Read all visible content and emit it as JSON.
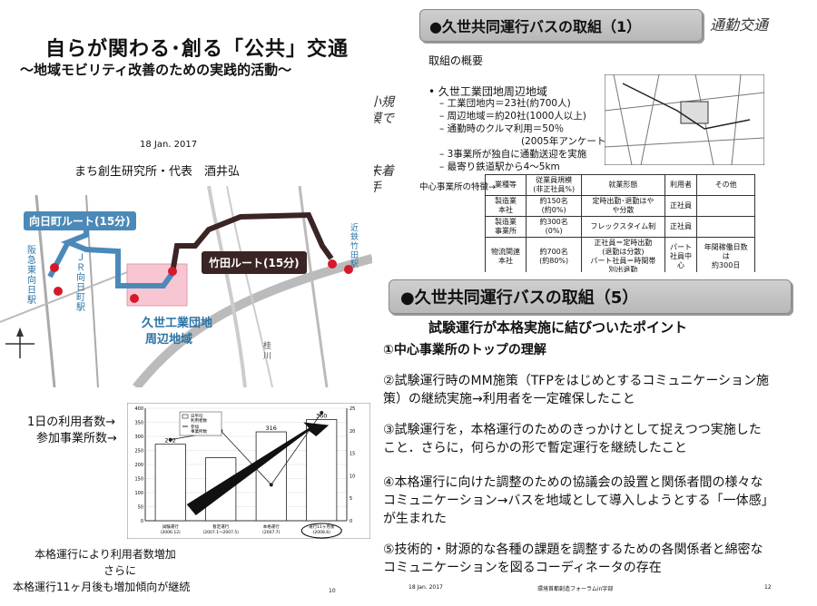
{
  "slide1": {
    "title": "自らが関わる･創る「公共」交通",
    "subtitle": "〜地域モビリティ改善のための実践的活動〜",
    "date": "18 Jan. 2017",
    "author": "まち創生研究所・代表　酒井弘"
  },
  "map": {
    "route_mukomachi": "向日町ルート(15分)",
    "route_takeda": "竹田ルート(15分)",
    "area_label_1": "久世工業団地",
    "area_label_2": "周辺地域",
    "station_hankyu": "阪急東向日駅",
    "station_jr": "ＪＲ向日町駅",
    "station_kintetsu": "近鉄竹田駅",
    "river": "桂川"
  },
  "slide2": {
    "header": "●久世共同運行バスの取組（1）",
    "handwriting_top": "通勤交通",
    "section": "取組の概要",
    "main_bullet": "• 久世工業団地周辺地域",
    "items": [
      "– 工業団地内＝23社(約700人)",
      "– 周辺地域＝約20社(1000人以上)",
      "– 通勤時のクルマ利用＝50％",
      "(2005年アンケート)",
      "– 3事業所が独自に通勤送迎を実施",
      "– 最寄り鉄道駅から4〜5km"
    ],
    "feature_label": "中心事業所の特徴→",
    "table": {
      "headers": [
        "業種等",
        "従業員規模\n(非正社員%)",
        "就業形態",
        "利用者",
        "その他"
      ],
      "rows": [
        [
          "製造業\n本社",
          "約150名\n(約0%)",
          "定時出勤･退勤はや\nや分散",
          "正社員",
          ""
        ],
        [
          "製造業\n事業所",
          "約300名\n(0%)",
          "フレックスタイム制",
          "正社員",
          ""
        ],
        [
          "物流関連\n本社",
          "約700名\n(約80%)",
          "正社員＝定時出勤\n(退勤は分散)\nパート社員＝時間帯\n別出退勤",
          "パート\n社員中\n心",
          "年間稼働日数\nは\n約300日"
        ]
      ]
    },
    "handwriting_side": [
      "小規模で",
      "未着手"
    ]
  },
  "chart_note": {
    "label1": "1日の利用者数→",
    "label2": "参加事業所数→",
    "caption1": "本格運行により利用者数増加",
    "caption2": "さらに",
    "caption3": "本格運行11ヶ月後も増加傾向が継続",
    "page": "10"
  },
  "chart_data": {
    "type": "bar",
    "categories": [
      "試験運行\n(2006.12)",
      "暫定運行\n(2007.1〜2007.5)",
      "本格運行\n(2007.7)",
      "運行11ヶ月後\n(2008.6)"
    ],
    "series": [
      {
        "name": "日平均\n利用者数",
        "values": [
          272,
          224,
          316,
          360
        ]
      },
      {
        "name": "参加\n事業所数",
        "values": [
          18,
          20,
          8,
          24
        ]
      }
    ],
    "data_labels": [
      "272",
      "316",
      "360"
    ],
    "ylim": [
      0,
      400
    ],
    "y2lim": [
      0,
      25
    ],
    "yticks": [
      0,
      50,
      100,
      150,
      200,
      250,
      300,
      350,
      400
    ],
    "y2ticks": [
      0,
      5,
      10,
      15,
      20,
      25
    ]
  },
  "slide4": {
    "header": "●久世共同運行バスの取組（5）",
    "subtitle": "試験運行が本格実施に結びついたポイント",
    "points": [
      "①中心事業所のトップの理解",
      "②試験運行時のMM施策（TFPをはじめとするコミュニケーション施策）の継続実施→利用者を一定確保したこと",
      "③試験運行を，本格運行のためのきっかけとして捉えつつ実施したこと．さらに，何らかの形で暫定運行を継続したこと",
      "④本格運行に向けた調整のための協議会の設置と関係者間の様々なコミュニケーション→バスを地域として導入しようとする「一体感」が生まれた",
      "⑤技術的・財源的な各種の課題を調整するための各関係者と綿密なコミュニケーションを図るコーディネータの存在"
    ],
    "footer_date": "18 Jan. 2017",
    "footer_center": "環境首都創造フォーラムin宇部",
    "footer_page": "12"
  }
}
